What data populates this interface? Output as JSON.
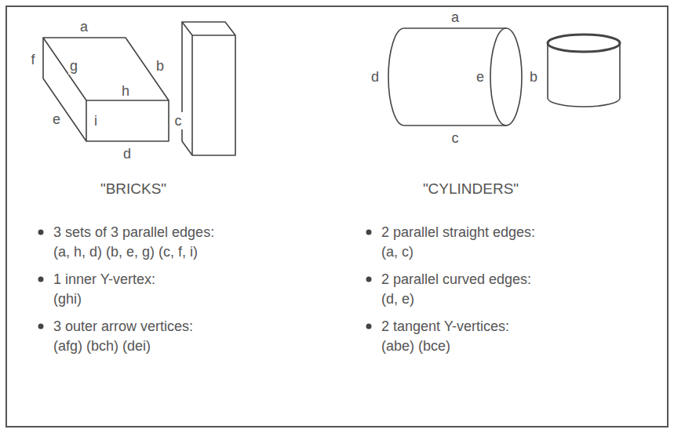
{
  "diagram": {
    "labels": [
      "a",
      "b",
      "c",
      "d",
      "e",
      "f",
      "g",
      "h",
      "i",
      "\"BRICKS\"",
      "3 sets of 3 parallel edges:",
      "(a, h, d) (b, e, g) (c, f, i)",
      "1 inner Y-vertex:",
      "(ghi)",
      "3 outer arrow vertices:",
      "(afg) (bch) (dei)",
      "a",
      "d",
      "e",
      "b",
      "c",
      "\"CYLINDERS\"",
      "2 parallel straight edges:",
      "(a, c)",
      "2 parallel curved edges:",
      "(d, e)",
      "2 tangent Y-vertices:",
      "(abe) (bce)"
    ]
  }
}
